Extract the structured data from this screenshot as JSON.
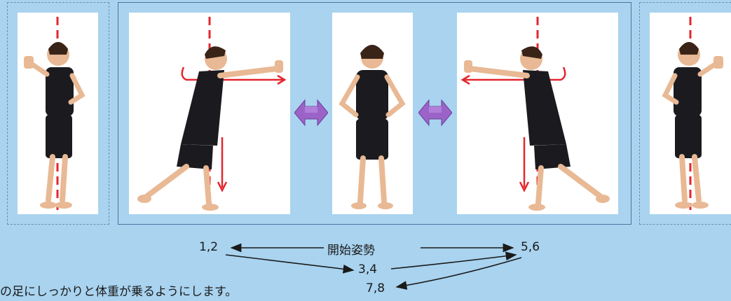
{
  "diagram": {
    "labels": {
      "start": "開始姿勢",
      "step_a": "1,2",
      "step_b": "3,4",
      "step_c": "5,6",
      "step_d": "7,8"
    },
    "caption": "の足にしっかりと体重が乗るようにします。"
  },
  "colors": {
    "background": "#a9d3ef",
    "axis_line": "#e3262d",
    "double_arrow": "#9b63c8",
    "figure": "#1b1b1f",
    "skin": "#e8b994"
  }
}
